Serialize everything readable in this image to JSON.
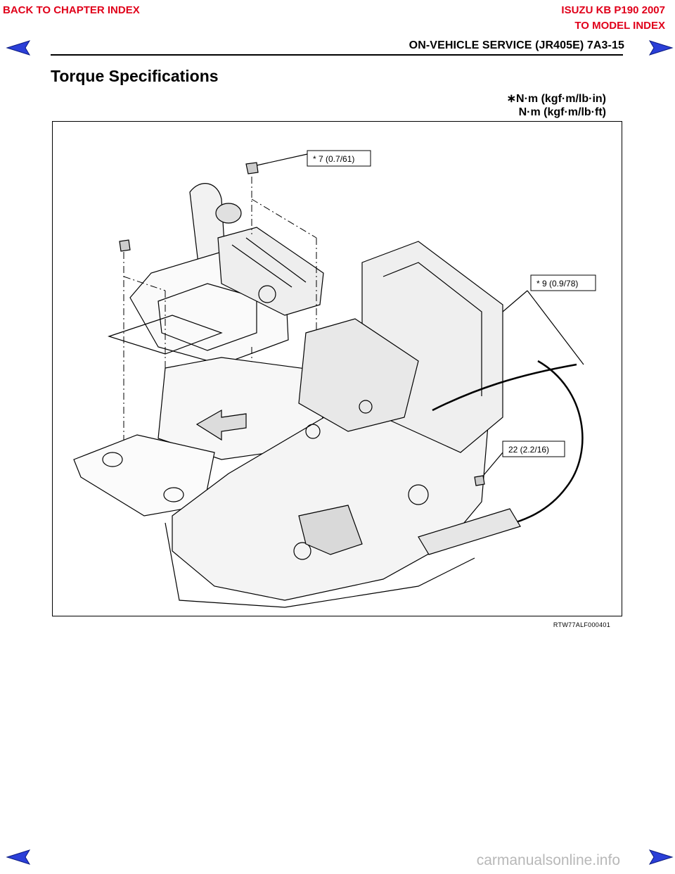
{
  "nav": {
    "back_to_chapter": "BACK TO CHAPTER INDEX",
    "model_title": "ISUZU KB P190 2007",
    "to_model_index": "TO MODEL INDEX"
  },
  "header": {
    "section": "ON-VEHICLE SERVICE (JR405E)  7A3-15"
  },
  "page": {
    "title": "Torque Specifications",
    "unit_star": "∗N·m (kgf·m/lb·in)",
    "unit_plain": "N·m (kgf·m/lb·ft)"
  },
  "figure": {
    "callouts": [
      "* 7 (0.7/61)",
      "* 9 (0.9/78)",
      "22 (2.2/16)"
    ],
    "code": "RTW77ALF000401"
  },
  "footer": {
    "watermark": "carmanualsonline.info"
  },
  "colors": {
    "link_red": "#e0001a",
    "arrow_blue": "#2b3fd8"
  },
  "icons": [
    "prev-page-arrow-icon",
    "next-page-arrow-icon"
  ]
}
